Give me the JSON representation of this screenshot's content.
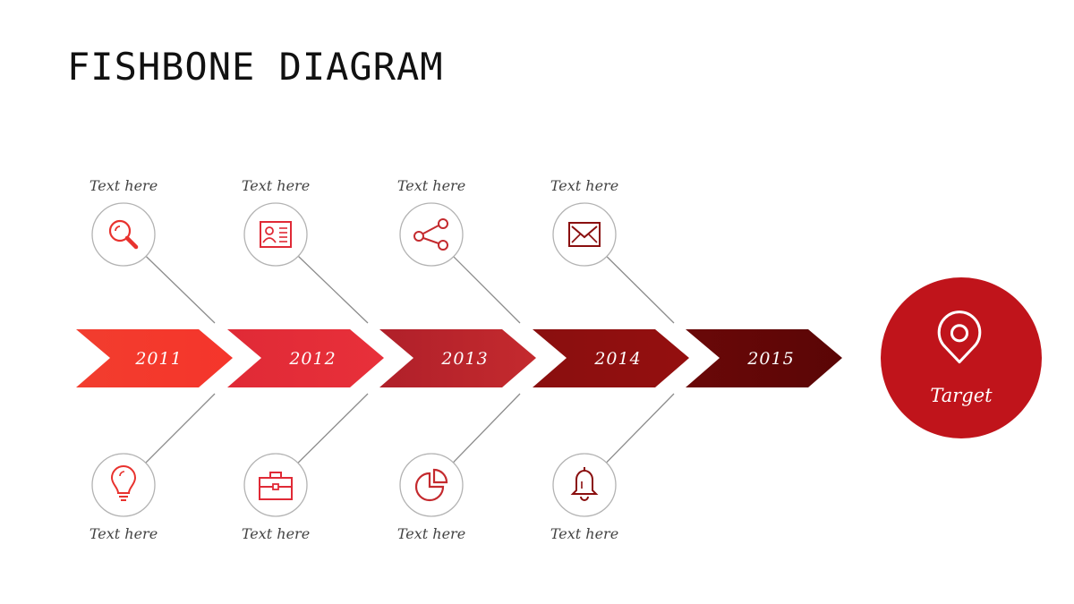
{
  "title": "FISHBONE DIAGRAM",
  "timeline": [
    {
      "year": "2011",
      "color": "#f23d2e",
      "color2": "#f5352b"
    },
    {
      "year": "2012",
      "color": "#e02a36",
      "color2": "#e8303a"
    },
    {
      "year": "2013",
      "color": "#b0202a",
      "color2": "#c42a2e"
    },
    {
      "year": "2014",
      "color": "#8a0f0f",
      "color2": "#940f0f"
    },
    {
      "year": "2015",
      "color": "#6a0808",
      "color2": "#5a0505"
    }
  ],
  "top_nodes": [
    {
      "label": "Text here",
      "icon": "search-icon",
      "color": "#e8322e"
    },
    {
      "label": "Text here",
      "icon": "id-card-icon",
      "color": "#e02a36"
    },
    {
      "label": "Text here",
      "icon": "share-icon",
      "color": "#c42a2e"
    },
    {
      "label": "Text here",
      "icon": "mail-icon",
      "color": "#8a0f0f"
    }
  ],
  "bottom_nodes": [
    {
      "label": "Text here",
      "icon": "lightbulb-icon",
      "color": "#e8322e"
    },
    {
      "label": "Text here",
      "icon": "briefcase-icon",
      "color": "#e02a36"
    },
    {
      "label": "Text here",
      "icon": "pie-chart-icon",
      "color": "#c42a2e"
    },
    {
      "label": "Text here",
      "icon": "bell-icon",
      "color": "#8a0f0f"
    }
  ],
  "target": {
    "label": "Target",
    "icon": "location-pin-icon",
    "color": "#c0141b"
  }
}
